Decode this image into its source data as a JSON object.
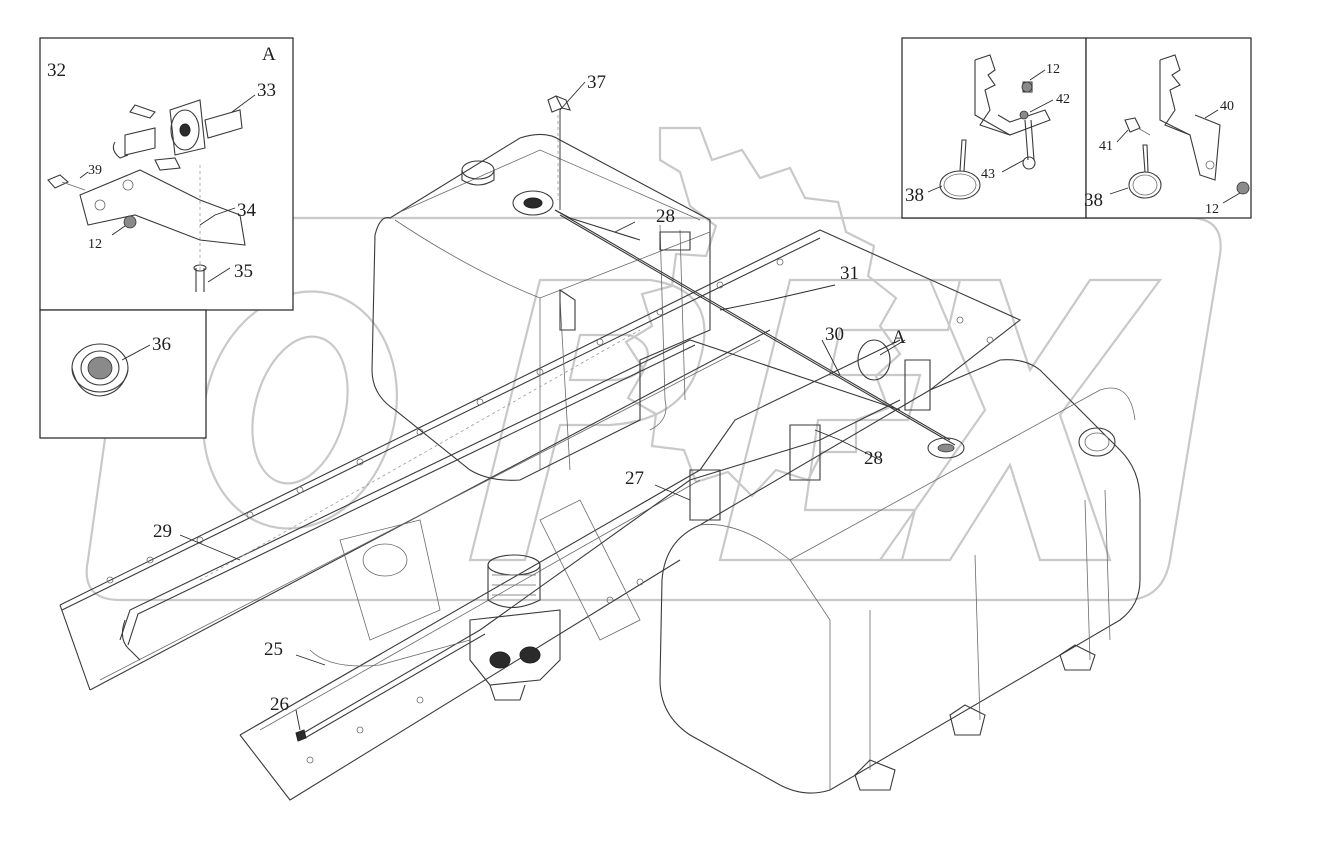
{
  "callouts": {
    "c25": "25",
    "c26": "26",
    "c27": "27",
    "c28a": "28",
    "c28b": "28",
    "c29": "29",
    "c30": "30",
    "c31": "31",
    "c32": "32",
    "c33": "33",
    "c34": "34",
    "c35": "35",
    "c36": "36",
    "c37": "37",
    "c12a": "12",
    "c12b": "12",
    "c12c": "12",
    "c38a": "38",
    "c38b": "38",
    "c39": "39",
    "c40": "40",
    "c41": "41",
    "c42": "42",
    "c43": "43"
  },
  "view_labels": {
    "detail_a": "A",
    "main_a": "A"
  },
  "watermark": {
    "text": "OPEX"
  },
  "colors": {
    "line": "#3a3a3a",
    "watermark": "#c9c9c9",
    "background": "#ffffff"
  }
}
